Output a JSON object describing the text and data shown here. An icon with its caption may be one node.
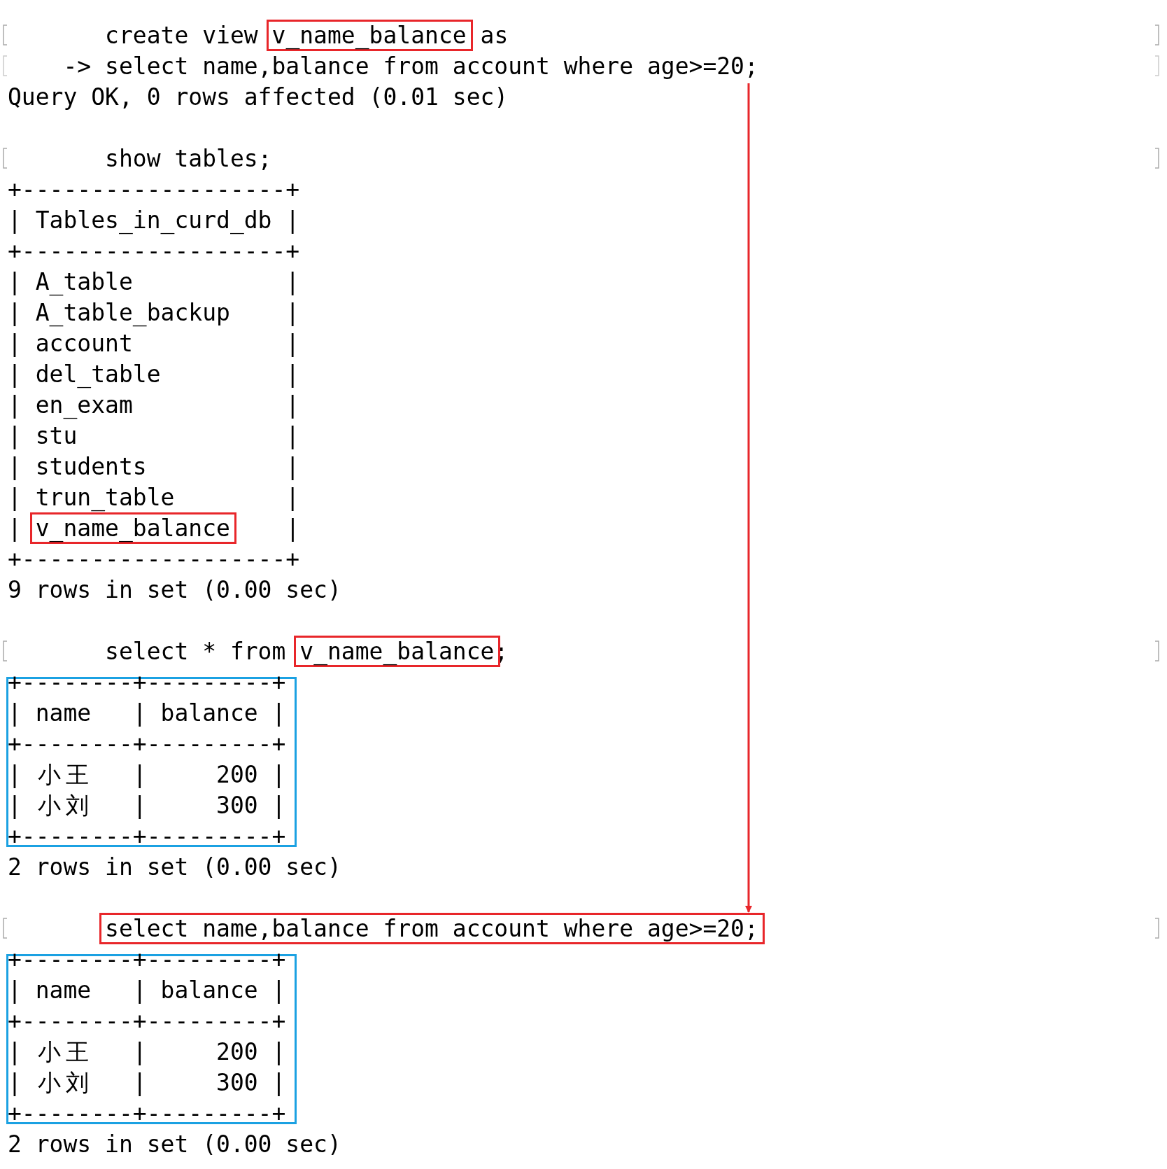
{
  "diagram": {
    "nodes": [
      {
        "text": [
          "v_name_balance"
        ]
      },
      {
        "text": [
          "select name,balance from account where age>=20;"
        ]
      },
      {
        "text": [
          "v_name_balance"
        ]
      },
      {
        "text": [
          "v_name_balance"
        ]
      },
      {
        "text": [
          "+--------+---------+",
          "| name   | balance |",
          "+--------+---------+",
          "| 小王   |     200 |",
          "| 小刘   |     300 |",
          "+--------+---------+"
        ]
      },
      {
        "text": [
          "+--------+---------+",
          "| name   | balance |",
          "+--------+---------+",
          "| 小王   |     200 |",
          "| 小刘   |     300 |",
          "+--------+---------+"
        ]
      },
      {
        "text": [
          "select name,balance from account where age>=20;"
        ]
      }
    ],
    "edges": [
      {
        "from": 1,
        "to": 6,
        "arrow": "to"
      }
    ],
    "labels": [
      "create view",
      "as",
      "->",
      "Query OK, 0 rows affected (0.01 sec)",
      "show tables;",
      "+-------------------+",
      "| Tables_in_curd_db |",
      "+-------------------+",
      "| A_table           |",
      "| A_table_backup    |",
      "| account           |",
      "| del_table         |",
      "| en_exam           |",
      "| stu               |",
      "| students          |",
      "| trun_table        |",
      "|",
      "|",
      "+-------------------+",
      "9 rows in set (0.00 sec)",
      "select * from",
      ";",
      "2 rows in set (0.00 sec)",
      "2 rows in set (0.00 sec)"
    ]
  }
}
